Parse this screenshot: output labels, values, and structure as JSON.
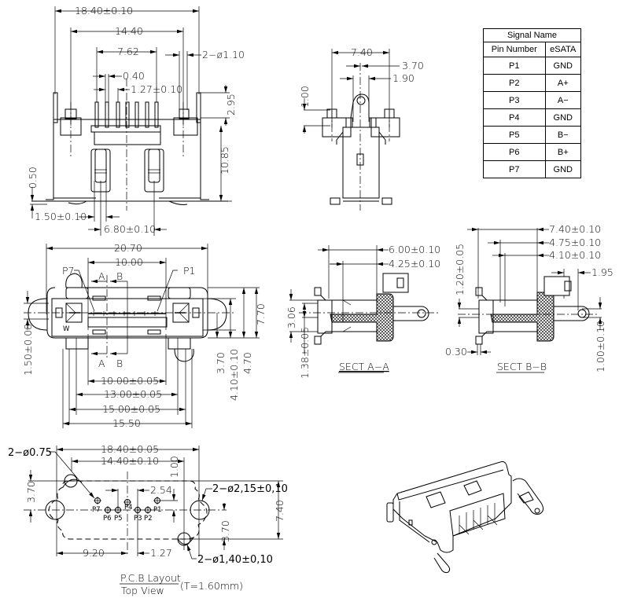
{
  "title": "eSATA connector mechanical drawing",
  "signal_table": {
    "title": "Signal Name",
    "col_pin": "Pin Number",
    "col_signal": "eSATA",
    "rows": [
      {
        "pin": "P1",
        "signal": "GND"
      },
      {
        "pin": "P2",
        "signal": "A+"
      },
      {
        "pin": "P3",
        "signal": "A−"
      },
      {
        "pin": "P4",
        "signal": "GND"
      },
      {
        "pin": "P5",
        "signal": "B−"
      },
      {
        "pin": "P6",
        "signal": "B+"
      },
      {
        "pin": "P7",
        "signal": "GND"
      }
    ]
  },
  "front_view": {
    "dim_overall": "18.40±0.10",
    "dim_posts": "14.40",
    "dim_pins": "7.62",
    "dim_post_dia": "2−ø1.10",
    "dim_pin_w": "0.40",
    "dim_pitch": "1.27±0.10",
    "dim_post_h": "2.95",
    "dim_height": "10.85",
    "dim_offset": "0.50",
    "dim_pin_row": "1.50±0.10",
    "dim_spring": "6.80±0.10"
  },
  "side_view": {
    "dim_width": "7.40",
    "dim_half": "3.70",
    "dim_tab": "1.90",
    "dim_post": "1.00"
  },
  "face_view": {
    "dim_overall": "20.70",
    "dim_opening": "10.00",
    "label_p7": "P7",
    "label_p1": "P1",
    "label_a": "A",
    "label_b": "B",
    "label_w": "W",
    "dim_tongue": "10.00±0.05",
    "dim_inner": "13.00±0.05",
    "dim_body": "15.00±0.05",
    "dim_shell": "15.50",
    "dim_h_total": "7.70",
    "dim_h1": "3.70",
    "dim_h2": "4.10±0.10",
    "dim_h3": "4.70",
    "dim_left": "1.50±0.08"
  },
  "section_a": {
    "caption": "SECT A−A",
    "dim_1": "6.00±0.10",
    "dim_2": "4.25±0.10",
    "dim_h": "3.06",
    "dim_v": "1.38±0.05"
  },
  "section_b": {
    "caption": "SECT B−B",
    "dim_1": "7.40±0.10",
    "dim_2": "4.75±0.10",
    "dim_3": "4.10±0.10",
    "dim_4": "1.95",
    "dim_v1": "1.20±0.05",
    "dim_v2": "1.00±0.10",
    "dim_t": "0.30"
  },
  "pcb_layout": {
    "dim_pin_hole": "2−ø0.75",
    "dim_overall": "18.40±0.05",
    "dim_posts": "14.40±0.10",
    "dim_1": "1.00",
    "dim_pitch": "2.54",
    "dim_left_h": "3.70",
    "dim_mount_hole": "2−ø2,15±0,10",
    "dim_right_h": "3.70",
    "dim_total_h": "7.40",
    "dim_x": "9.20",
    "dim_pin_off": "1.27",
    "dim_post_hole": "2−ø1,40±0,10",
    "pins": [
      "P7",
      "P6",
      "P5",
      "P4",
      "P3",
      "P2",
      "P1"
    ],
    "caption_top": "P.C.B  Layout",
    "caption_bottom": "Top  View",
    "caption_note": "(T=1.60mm)"
  }
}
